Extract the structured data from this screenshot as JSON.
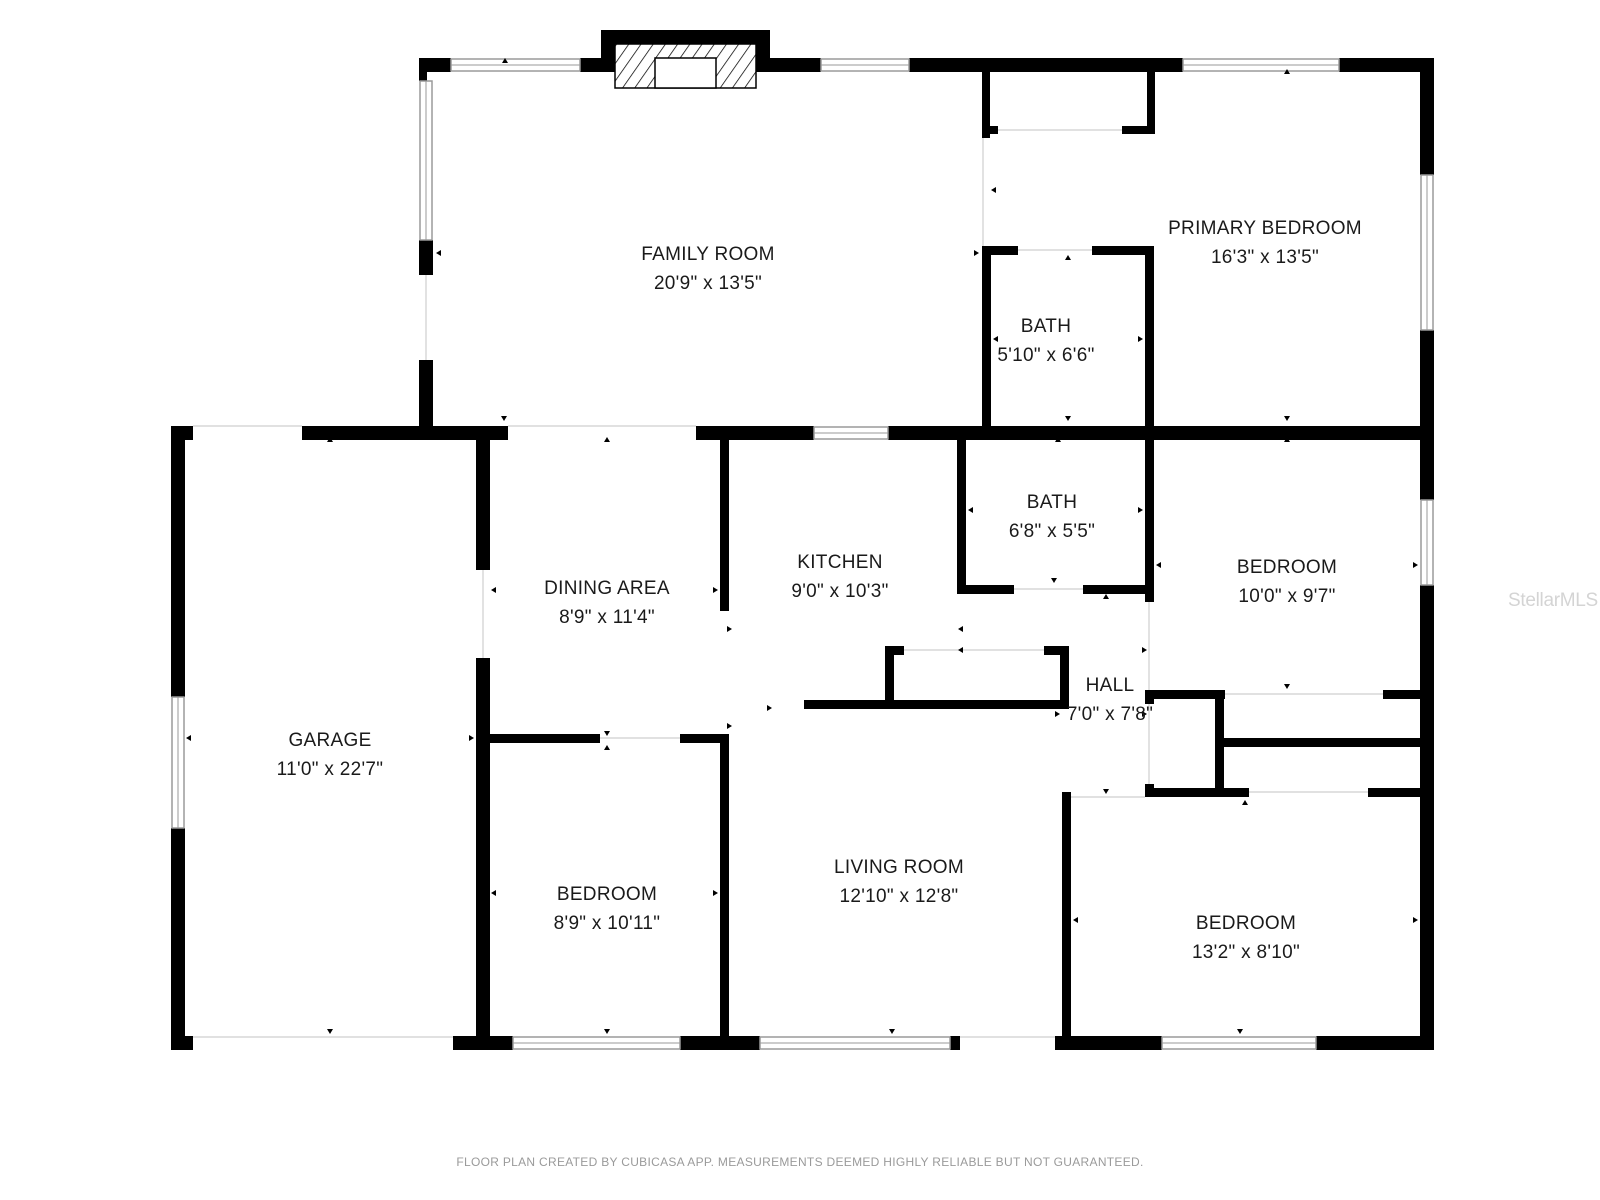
{
  "rooms": {
    "family_room": {
      "name": "FAMILY ROOM",
      "dims": "20'9\" x 13'5\""
    },
    "primary_bedroom": {
      "name": "PRIMARY BEDROOM",
      "dims": "16'3\" x 13'5\""
    },
    "bath_1": {
      "name": "BATH",
      "dims": "5'10\" x 6'6\""
    },
    "bath_2": {
      "name": "BATH",
      "dims": "6'8\" x 5'5\""
    },
    "kitchen": {
      "name": "KITCHEN",
      "dims": "9'0\" x 10'3\""
    },
    "dining_area": {
      "name": "DINING AREA",
      "dims": "8'9\" x 11'4\""
    },
    "bedroom_east": {
      "name": "BEDROOM",
      "dims": "10'0\" x 9'7\""
    },
    "hall": {
      "name": "HALL",
      "dims": "7'0\" x 7'8\""
    },
    "garage": {
      "name": "GARAGE",
      "dims": "11'0\" x 22'7\""
    },
    "bedroom_west": {
      "name": "BEDROOM",
      "dims": "8'9\" x 10'11\""
    },
    "living_room": {
      "name": "LIVING ROOM",
      "dims": "12'10\" x 12'8\""
    },
    "bedroom_southeast": {
      "name": "BEDROOM",
      "dims": "13'2\" x 8'10\""
    }
  },
  "footer": "FLOOR PLAN CREATED BY CUBICASA APP. MEASUREMENTS DEEMED HIGHLY RELIABLE BUT NOT GUARANTEED.",
  "watermark": "StellarMLS",
  "colors": {
    "wall": "#000000",
    "window": "#b5b5b5",
    "background": "#ffffff",
    "text": "#1a1a1a"
  }
}
